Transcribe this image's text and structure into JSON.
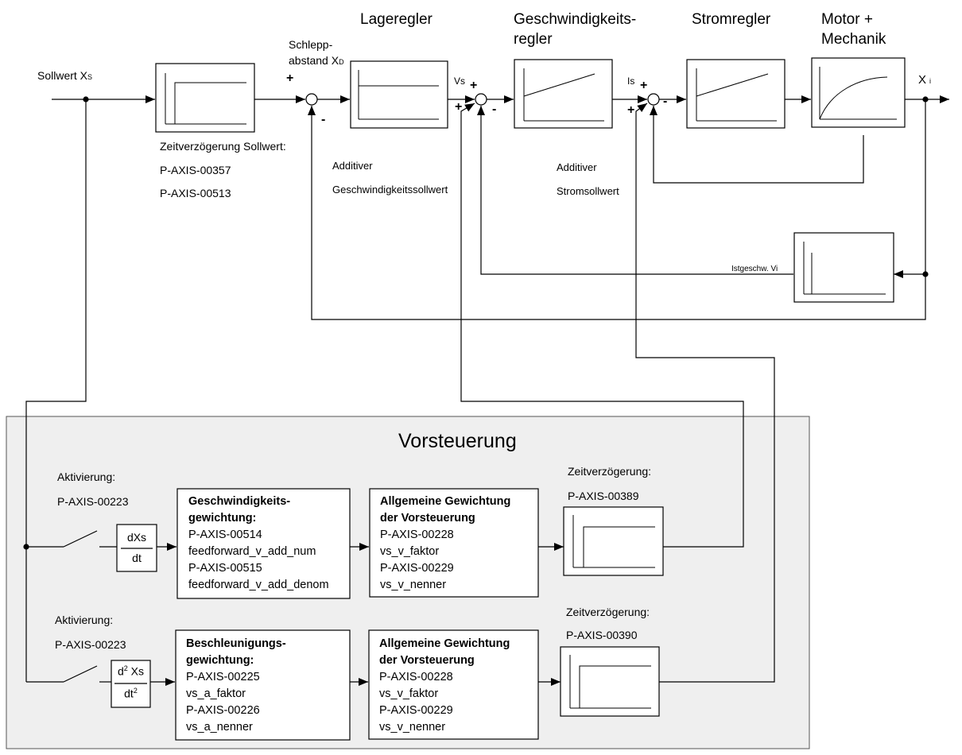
{
  "headings": {
    "lageregler": "Lageregler",
    "geschw_line1": "Geschwindigkeits-",
    "geschw_line2": "regler",
    "stromregler": "Stromregler",
    "motor_line1": "Motor +",
    "motor_line2": "Mechanik"
  },
  "labels": {
    "sollwert": "Sollwert X",
    "sollwert_sub": "S",
    "schlepp_line1": "Schlepp-",
    "schlepp_line2": "abstand X",
    "schlepp_sub": "D",
    "vs": "Vs",
    "is": "Is",
    "xi": "X",
    "xi_sub": "i",
    "zeitverz_sollwert": "Zeitverzögerung  Sollwert:",
    "param_357": "P-AXIS-00357",
    "param_513": "P-AXIS-00513",
    "add_geschw_line1": "Additiver",
    "add_geschw_line2": "Geschwindigkeitssollwert",
    "add_strom_line1": "Additiver",
    "add_strom_line2": "Stromsollwert",
    "istgeschw": "Istgeschw. Vi"
  },
  "signs": {
    "s1_plus": "+",
    "s1_minus": "-",
    "s2_plus_top": "+",
    "s2_plus_left": "+",
    "s2_minus": "-",
    "s3_plus_top": "+",
    "s3_plus_left": "+",
    "s3_minus": "-"
  },
  "vorsteuerung": {
    "title": "Vorsteuerung",
    "row1": {
      "aktivierung": "Aktivierung:",
      "param": "P-AXIS-00223",
      "deriv_num": "dXs",
      "deriv_den": "dt",
      "gewichtung_title1": "Geschwindigkeits-",
      "gewichtung_title2": "gewichtung:",
      "gewichtung_lines": [
        "P-AXIS-00514",
        " feedforward_v_add_num",
        "P-AXIS-00515",
        " feedforward_v_add_denom"
      ],
      "allg_title1": "Allgemeine Gewichtung",
      "allg_title2": "der Vorsteuerung",
      "allg_lines": [
        "P-AXIS-00228",
        " vs_v_faktor",
        "P-AXIS-00229",
        " vs_v_nenner"
      ],
      "zeitverz": "Zeitverzögerung:",
      "zeitverz_param": "P-AXIS-00389"
    },
    "row2": {
      "aktivierung": "Aktivierung:",
      "param": "P-AXIS-00223",
      "deriv_num_a": "d",
      "deriv_num_sup": "2",
      "deriv_num_b": " Xs",
      "deriv_den_a": "dt",
      "deriv_den_sup": "2",
      "gewichtung_title1": "Beschleunigungs-",
      "gewichtung_title2": "gewichtung:",
      "gewichtung_lines": [
        "P-AXIS-00225",
        " vs_a_faktor",
        "P-AXIS-00226",
        " vs_a_nenner"
      ],
      "allg_title1": "Allgemeine Gewichtung",
      "allg_title2": "der Vorsteuerung",
      "allg_lines": [
        "P-AXIS-00228",
        " vs_v_faktor",
        "P-AXIS-00229",
        " vs_v_nenner"
      ],
      "zeitverz": "Zeitverzögerung:",
      "zeitverz_param": "P-AXIS-00390"
    }
  },
  "colors": {
    "line": "#000000",
    "vorsteuerung_bg": "#efefef",
    "vorsteuerung_border": "#555555"
  }
}
